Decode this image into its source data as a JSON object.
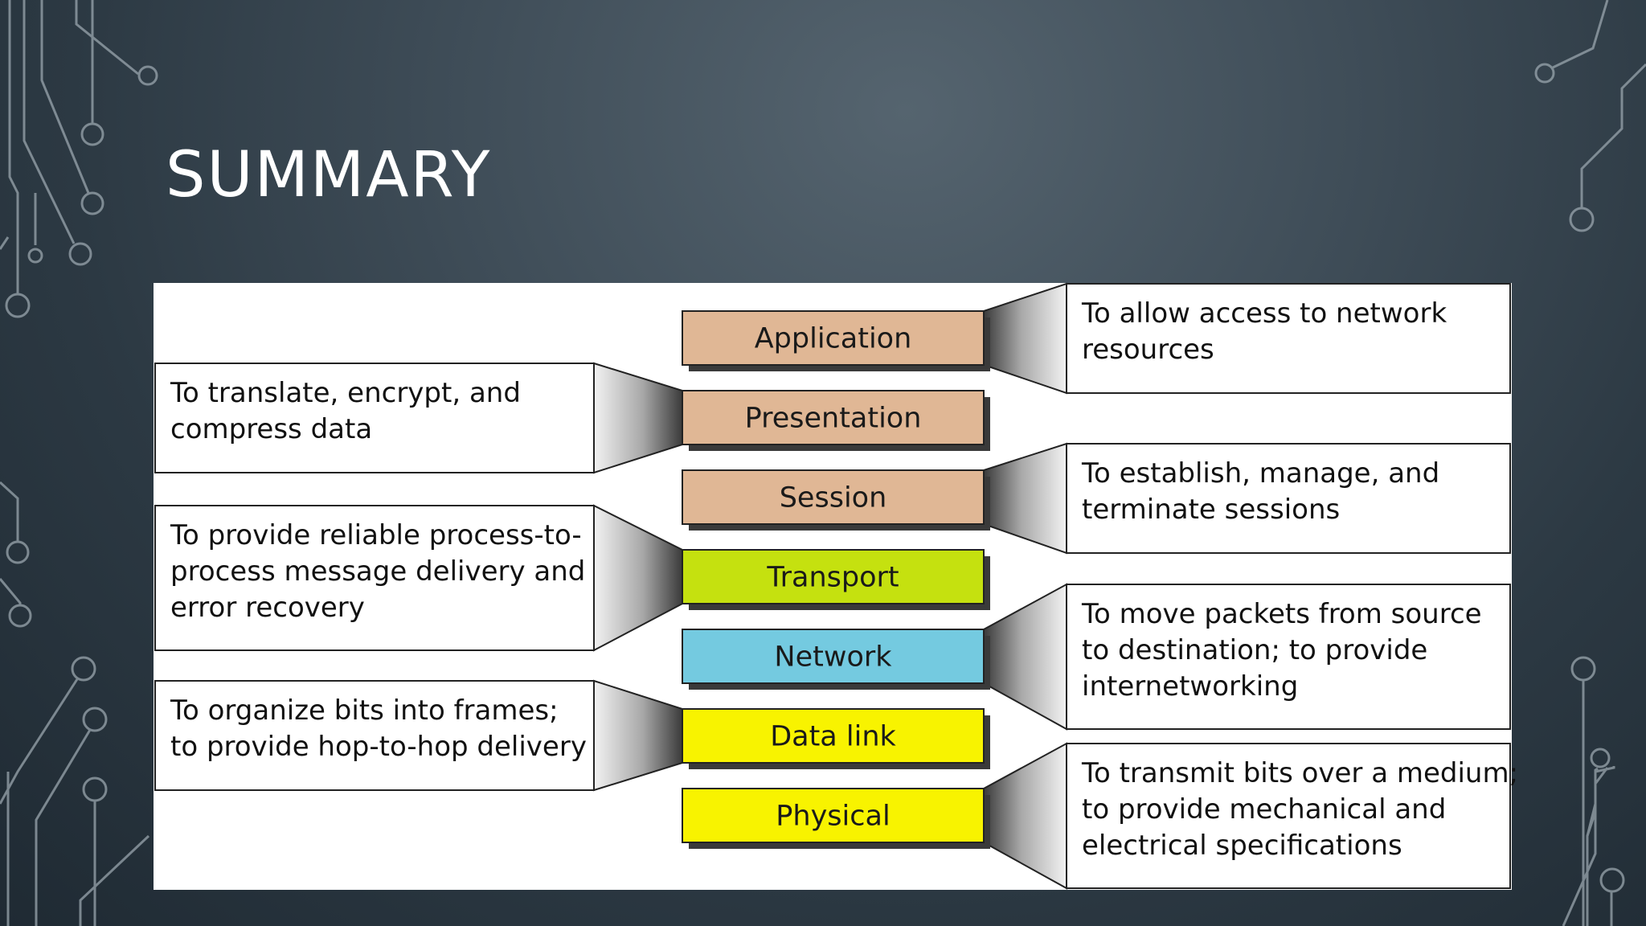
{
  "slide": {
    "title": "SUMMARY"
  },
  "layers": [
    {
      "name": "Application",
      "color": "#e0b795"
    },
    {
      "name": "Presentation",
      "color": "#e0b795"
    },
    {
      "name": "Session",
      "color": "#e0b795"
    },
    {
      "name": "Transport",
      "color": "#c5e10f"
    },
    {
      "name": "Network",
      "color": "#74cae0"
    },
    {
      "name": "Data link",
      "color": "#f8f300"
    },
    {
      "name": "Physical",
      "color": "#f8f300"
    }
  ],
  "descriptions": [
    {
      "layer": "Application",
      "side": "right",
      "lines": [
        "To allow access to network",
        "resources"
      ]
    },
    {
      "layer": "Presentation",
      "side": "left",
      "lines": [
        "To translate, encrypt, and",
        "compress data"
      ]
    },
    {
      "layer": "Session",
      "side": "right",
      "lines": [
        "To establish, manage, and",
        "terminate sessions"
      ]
    },
    {
      "layer": "Transport",
      "side": "left",
      "lines": [
        "To provide reliable process-to-",
        "process message delivery and",
        "error recovery"
      ]
    },
    {
      "layer": "Network",
      "side": "right",
      "lines": [
        "To move packets from source",
        "to destination; to provide",
        "internetworking"
      ]
    },
    {
      "layer": "Data link",
      "side": "left",
      "lines": [
        "To organize bits into frames;",
        "to provide hop-to-hop delivery"
      ]
    },
    {
      "layer": "Physical",
      "side": "right",
      "lines": [
        "To transmit bits over a medium;",
        "to provide mechanical and",
        "electrical specifications"
      ]
    }
  ]
}
